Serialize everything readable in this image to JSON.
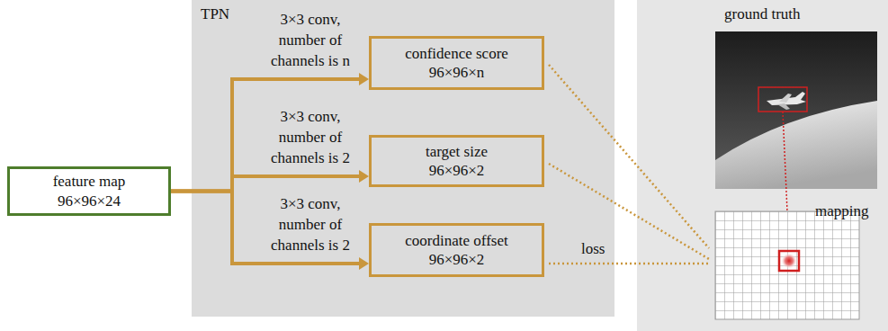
{
  "diagram": {
    "nodes": [
      {
        "text": [
          "feature map",
          "96×96×24"
        ]
      },
      {
        "text": [
          "TPN"
        ]
      },
      {
        "text": [
          "confidence score",
          "96×96×n"
        ],
        "in": 1
      },
      {
        "text": [
          "target size",
          "96×96×2"
        ],
        "in": 1
      },
      {
        "text": [
          "coordinate offset",
          "96×96×2"
        ],
        "in": 1
      },
      {
        "text": [
          "ground truth"
        ]
      }
    ],
    "edges": [
      {
        "from": 0,
        "to": 2,
        "arrow": "to",
        "label": "3×3 conv, number of channels is n"
      },
      {
        "from": 0,
        "to": 3,
        "arrow": "to",
        "label": "3×3 conv, number of channels is 2"
      },
      {
        "from": 0,
        "to": 4,
        "arrow": "to",
        "label": "3×3 conv, number of channels is 2"
      }
    ],
    "labels": [
      "mapping",
      "loss"
    ]
  }
}
